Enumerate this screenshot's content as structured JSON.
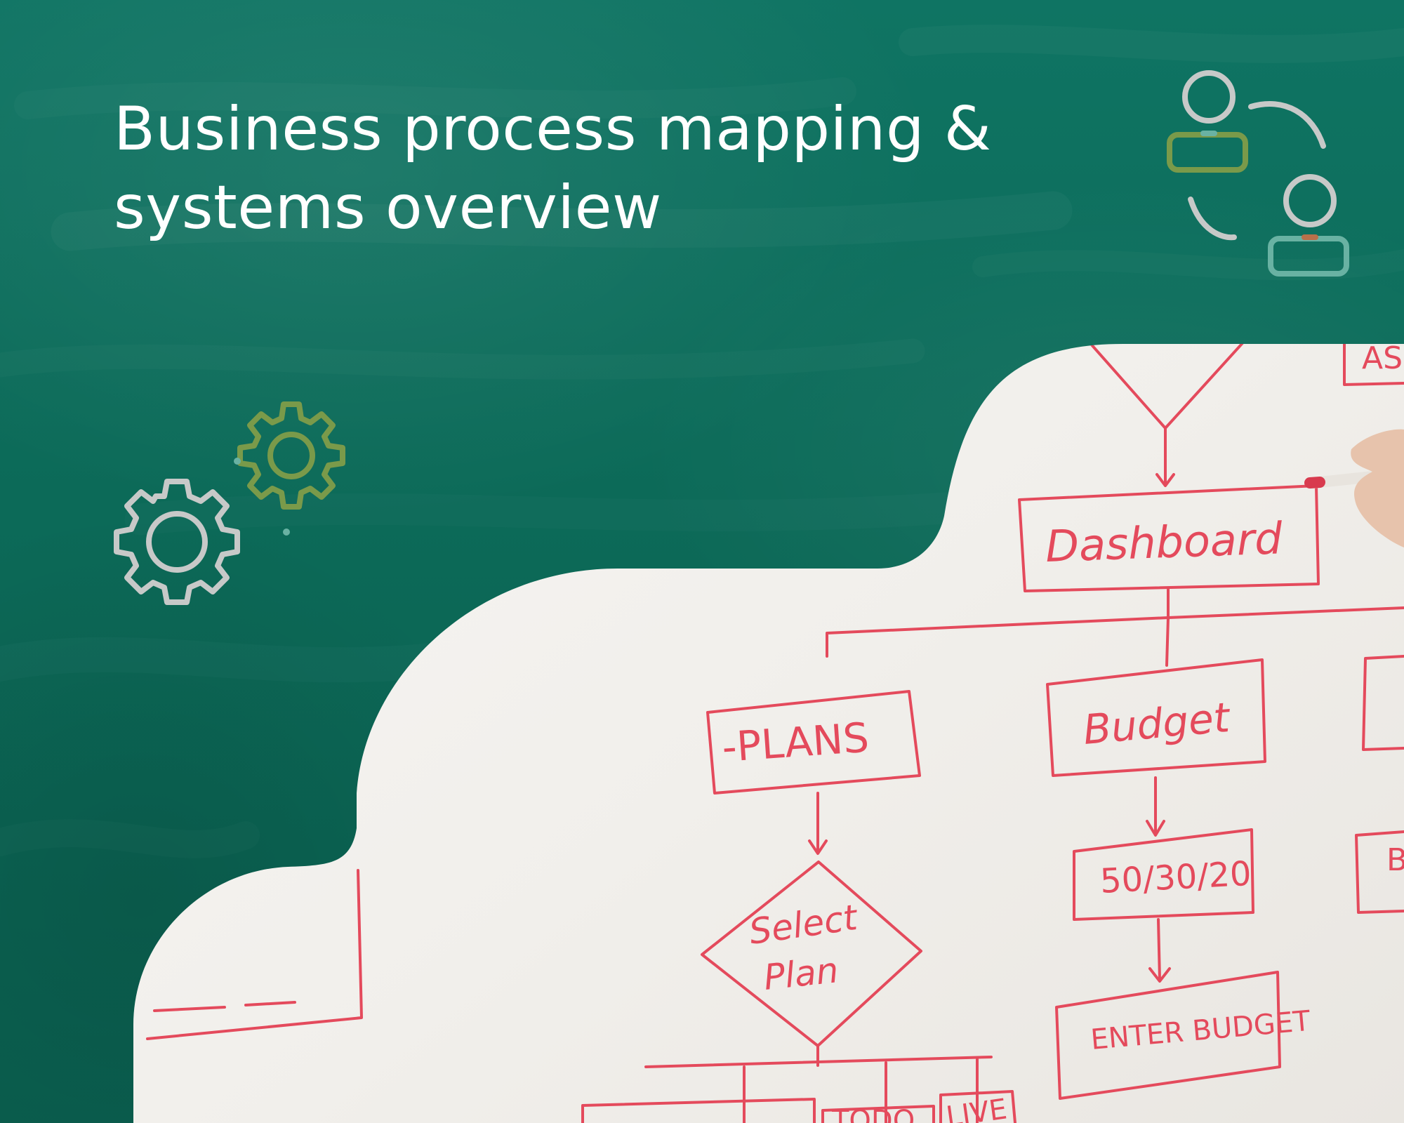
{
  "title": {
    "line1": "Business process mapping &",
    "line2": "systems overview"
  },
  "icons": {
    "people": "people-exchange-icon",
    "gears": "gears-icon"
  },
  "colors": {
    "background": "#0c6a58",
    "title": "#ffffff",
    "icon_gray": "#c7c9c8",
    "icon_olive": "#7a9a4a",
    "icon_teal": "#69b2a3",
    "marker_red": "#e44a5c",
    "whiteboard": "#f3f1ee"
  },
  "whiteboard": {
    "nodes": {
      "dashboard": "Dashboard",
      "plans": "-PLANS",
      "budget": "Budget",
      "select_plan_1": "Select",
      "select_plan_2": "Plan",
      "split": "50/30/20",
      "enter_budget": "ENTER BUDGET",
      "top_right_partial": "AS",
      "bottom_partial_1": "TODO",
      "bottom_partial_2": "LIVE",
      "right_partial": "B"
    }
  }
}
